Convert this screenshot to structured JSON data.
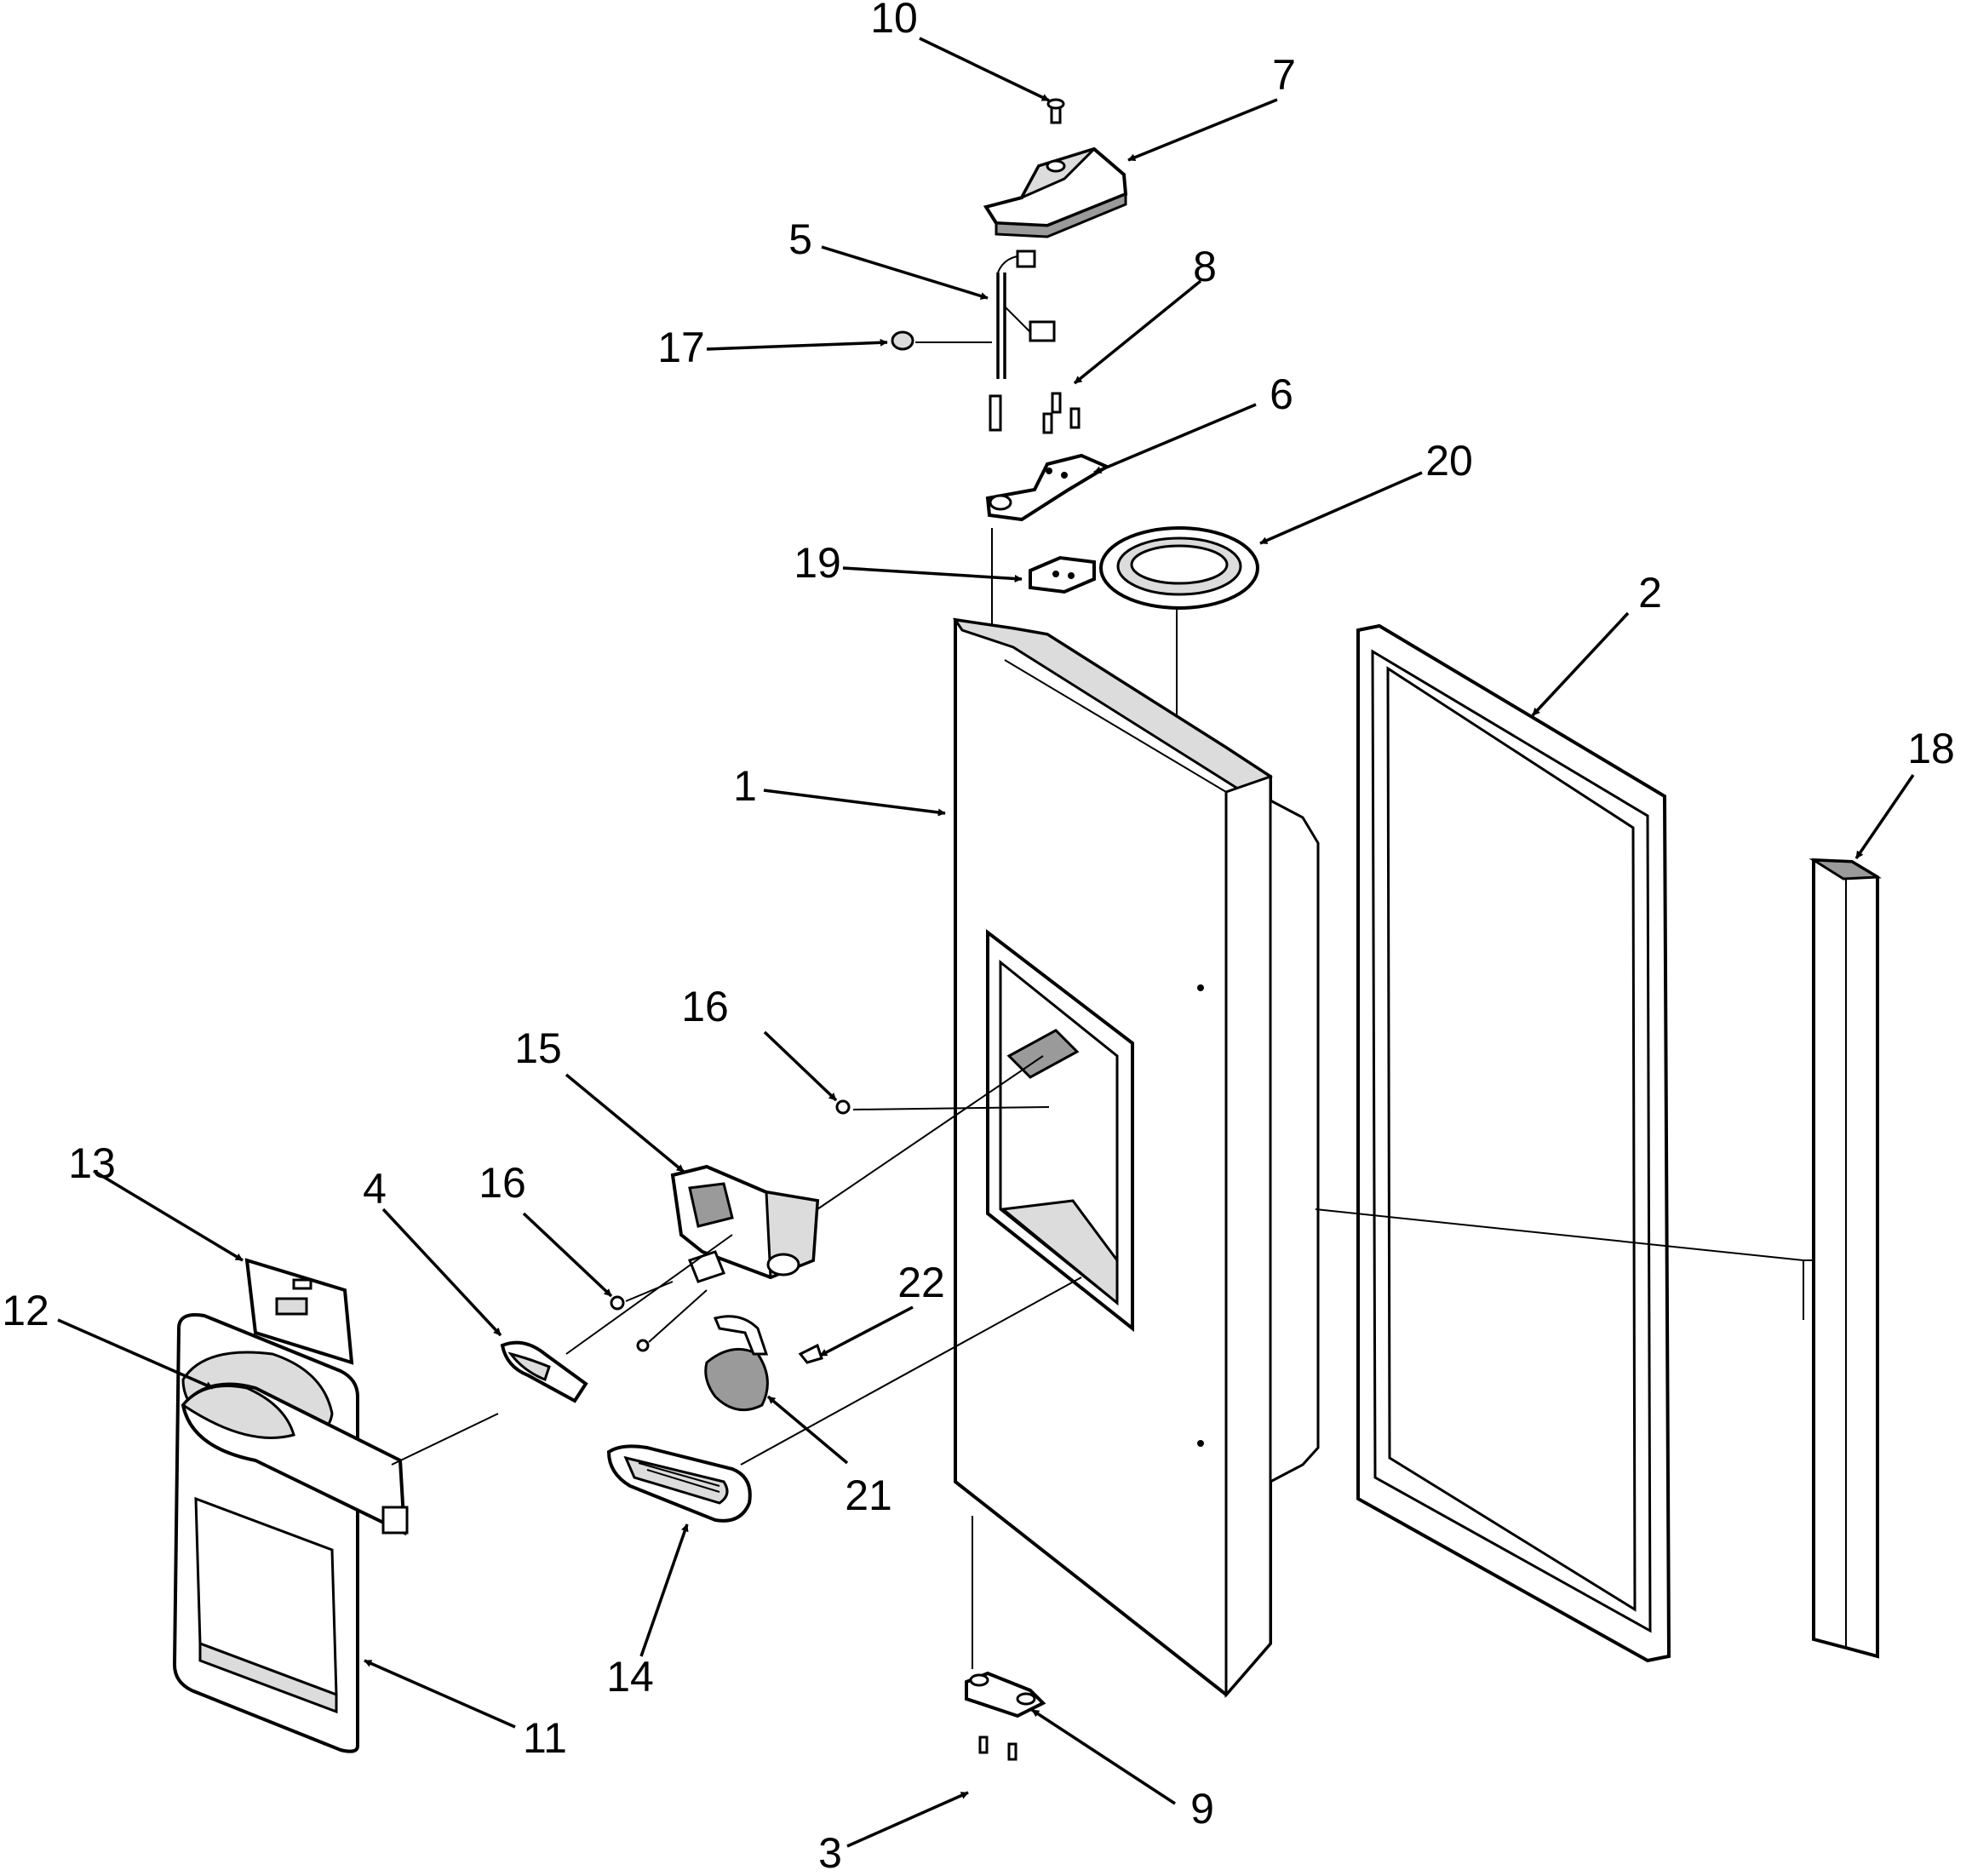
{
  "callouts": [
    {
      "id": "1",
      "text": "1"
    },
    {
      "id": "2",
      "text": "2"
    },
    {
      "id": "3",
      "text": "3"
    },
    {
      "id": "4",
      "text": "4"
    },
    {
      "id": "5",
      "text": "5"
    },
    {
      "id": "6",
      "text": "6"
    },
    {
      "id": "7",
      "text": "7"
    },
    {
      "id": "8",
      "text": "8"
    },
    {
      "id": "9",
      "text": "9"
    },
    {
      "id": "10",
      "text": "10"
    },
    {
      "id": "11",
      "text": "11"
    },
    {
      "id": "12",
      "text": "12"
    },
    {
      "id": "13",
      "text": "13"
    },
    {
      "id": "14",
      "text": "14"
    },
    {
      "id": "15",
      "text": "15"
    },
    {
      "id": "16a",
      "text": "16"
    },
    {
      "id": "16b",
      "text": "16"
    },
    {
      "id": "17",
      "text": "17"
    },
    {
      "id": "18",
      "text": "18"
    },
    {
      "id": "19",
      "text": "19"
    },
    {
      "id": "20",
      "text": "20"
    },
    {
      "id": "21",
      "text": "21"
    },
    {
      "id": "22",
      "text": "22"
    }
  ],
  "style": {
    "line_color": "#000000",
    "background": "#ffffff"
  }
}
